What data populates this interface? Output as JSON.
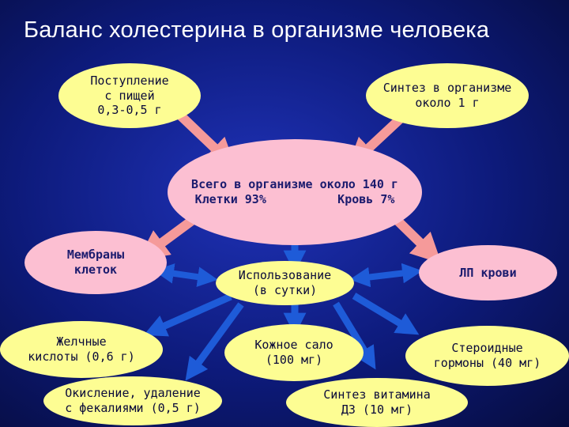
{
  "title": "Баланс холестерина в организме человека",
  "colors": {
    "background": "#0d1a7a",
    "yellow_node": "#fdfd93",
    "pink_node": "#fcbfd2",
    "input_arrow": "#f59a9a",
    "flow_arrow": "#1e5bd8"
  },
  "nodes": {
    "food_intake": "Поступление\nс пищей\n0,3-0,5 г",
    "synthesis": "Синтез в организме\nоколо 1 г",
    "total": "Всего в организме около 140 г\nКлетки 93%          Кровь 7%",
    "membranes": "Мембраны\nклеток",
    "lp_blood": "ЛП крови",
    "usage": "Использование\n(в сутки)",
    "bile_acids": "Желчные\nкислоты (0,6 г)",
    "oxidation": "Окисление, удаление\nс фекалиями (0,5 г)",
    "skin_sebum": "Кожное сало\n(100 мг)",
    "vitamin_d3": "Синтез витамина\nД3 (10 мг)",
    "steroid_hormones": "Стероидные\nгормоны (40 мг)"
  }
}
